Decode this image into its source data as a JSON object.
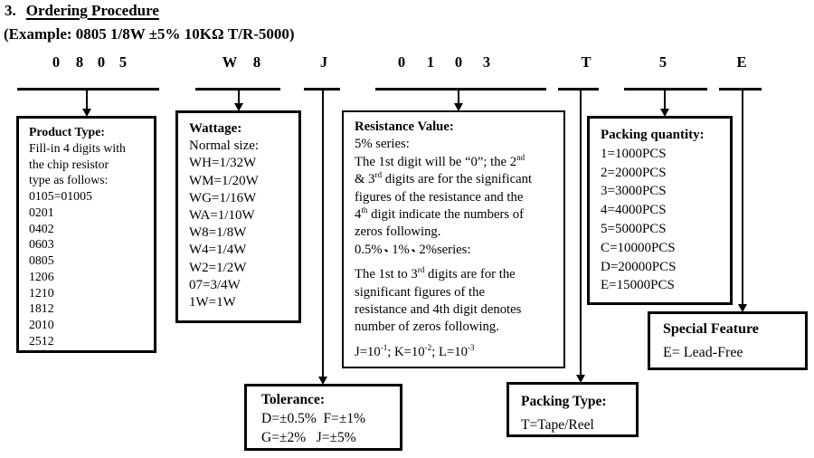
{
  "page": {
    "title_number": "3.",
    "title": "Ordering Procedure",
    "example": "(Example: 0805 1/8W ±5% 10KΩ T/R-5000)"
  },
  "colors": {
    "ink": "#000000",
    "paper": "#ffffff"
  },
  "code": {
    "segments": [
      {
        "name": "product-type",
        "chars": [
          "0",
          "8",
          "0",
          "5"
        ]
      },
      {
        "name": "wattage",
        "chars": [
          "W",
          "8"
        ]
      },
      {
        "name": "tolerance",
        "chars": [
          "J"
        ]
      },
      {
        "name": "resistance-value",
        "chars": [
          "0",
          "1",
          "0",
          "3"
        ]
      },
      {
        "name": "packing-type",
        "chars": [
          "T"
        ]
      },
      {
        "name": "packing-quantity",
        "chars": [
          "5"
        ]
      },
      {
        "name": "special-feature",
        "chars": [
          "E"
        ]
      }
    ]
  },
  "boxes": {
    "product_type": {
      "title": "Product Type:",
      "lines": [
        "Fill-in 4 digits with",
        "the chip resistor",
        "type as follows:",
        "0105=01005",
        "0201",
        "0402",
        "0603",
        "0805",
        "1206",
        "1210",
        "1812",
        "2010",
        "2512"
      ]
    },
    "wattage": {
      "title": "Wattage:",
      "lines": [
        "Normal size:",
        "WH=1/32W",
        "WM=1/20W",
        "WG=1/16W",
        "WA=1/10W",
        "W8=1/8W",
        "W4=1/4W",
        "W2=1/2W",
        "07=3/4W",
        "1W=1W"
      ]
    },
    "resistance": {
      "title": "Resistance Value:",
      "para1": [
        "5% series:",
        "The 1st digit will be “0”; the 2^nd^",
        "& 3^rd^ digits are for the significant",
        "figures of the resistance and the",
        "4^th^ digit indicate the numbers of",
        "zeros following.",
        "0.5%、1%、2%series:"
      ],
      "para2": [
        "The 1st to 3^rd^ digits are for the",
        "significant figures of the",
        "resistance and 4th digit denotes",
        "number of zeros following."
      ],
      "para3": [
        "J=10^-1^; K=10^-2^; L=10^-3^"
      ]
    },
    "packing_quantity": {
      "title": "Packing quantity:",
      "lines": [
        "1=1000PCS",
        "2=2000PCS",
        "3=3000PCS",
        "4=4000PCS",
        "5=5000PCS",
        "C=10000PCS",
        "D=20000PCS",
        "E=15000PCS"
      ]
    },
    "special_feature": {
      "title": "Special Feature",
      "lines": [
        "E= Lead-Free"
      ]
    },
    "tolerance": {
      "title": "Tolerance:",
      "lines": [
        "D=±0.5%  F=±1%",
        "G=±2%   J=±5%"
      ]
    },
    "packing_type": {
      "title": "Packing Type:",
      "lines": [
        "T=Tape/Reel"
      ]
    }
  }
}
